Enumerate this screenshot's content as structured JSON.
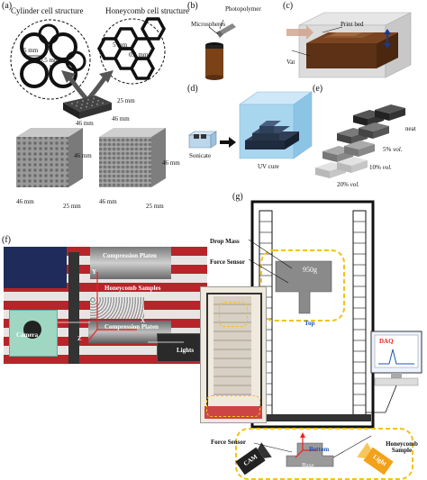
{
  "panels": [
    "(a)",
    "(b)",
    "(c)",
    "(d)",
    "(e)",
    "(f)",
    "(g)"
  ],
  "panel_a": {
    "cylinder_title": "Cylinder cell structure",
    "honeycomb_title": "Honeycomb cell structure",
    "dim_5mm": "5 mm",
    "dim_05mm": "0.5 mm",
    "dim_25mm": "25 mm",
    "dim_46mm": "46 mm"
  },
  "panel_b": {
    "microspheres": "Microspheres",
    "photopolymer": "Photopolymer"
  },
  "panel_c": {
    "print_bed": "Print bed",
    "vat": "Vat"
  },
  "panel_d": {
    "sonicate": "Sonicate",
    "uv_cure": "UV cure"
  },
  "panel_e": {
    "neat": "neat",
    "vol5": "5%",
    "vol10": "10%",
    "vol20": "20%",
    "vol_unit": "vol."
  },
  "panel_f": {
    "compression_platen": "Compression Platen",
    "honeycomb_samples": "Honeycomb Samples",
    "camera": "Camera",
    "lights": "Lights",
    "y": "Y",
    "x": "X",
    "z": "Z"
  },
  "panel_g": {
    "drop_mass": "Drop Mass",
    "force_sensor": "Force Sensor",
    "mass_value": "950g",
    "top": "Top",
    "bottom": "Bottom",
    "daq": "DAQ",
    "honeycomb_sample": "Honeycomb Sample",
    "cam": "CAM",
    "light": "Light",
    "base": "Base"
  },
  "colors": {
    "yellow_highlight": "#f2c21a",
    "brown_resin": "#6a3a1c",
    "blue_tank": "#a9d6ef",
    "cyan_label": "#1f54b8"
  }
}
